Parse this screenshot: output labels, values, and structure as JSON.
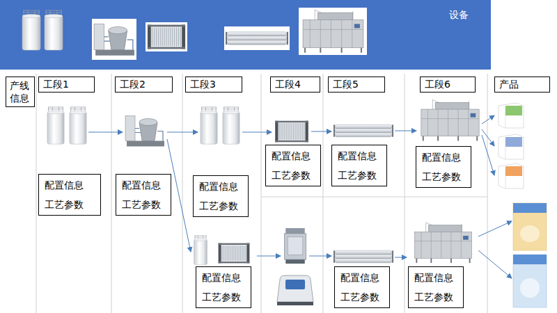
{
  "diagram": {
    "nodes": [
      {
        "text": [
          "设备"
        ]
      },
      {
        "text": [
          "产线 信息"
        ]
      },
      {
        "text": [
          "工段1"
        ]
      },
      {
        "text": [
          "工段2"
        ]
      },
      {
        "text": [
          "工段3"
        ]
      },
      {
        "text": [
          "工段4"
        ]
      },
      {
        "text": [
          "工段5"
        ]
      },
      {
        "text": [
          "工段6"
        ]
      },
      {
        "text": [
          "产品"
        ]
      },
      {
        "text": [
          "配置信息",
          "工艺参数"
        ]
      },
      {
        "text": [
          "配置信息",
          "工艺参数"
        ]
      },
      {
        "text": [
          "配置信息",
          "工艺参数"
        ]
      },
      {
        "text": [
          "配置信息",
          "工艺参数"
        ]
      },
      {
        "text": [
          "配置信息",
          "工艺参数"
        ]
      },
      {
        "text": [
          "配置信息",
          "工艺参数"
        ]
      },
      {
        "text": [
          "配置信息",
          "工艺参数"
        ]
      },
      {
        "text": [
          "配置信息",
          "工艺参数"
        ]
      },
      {
        "text": [
          "配置信息",
          "工艺参数"
        ]
      }
    ]
  }
}
